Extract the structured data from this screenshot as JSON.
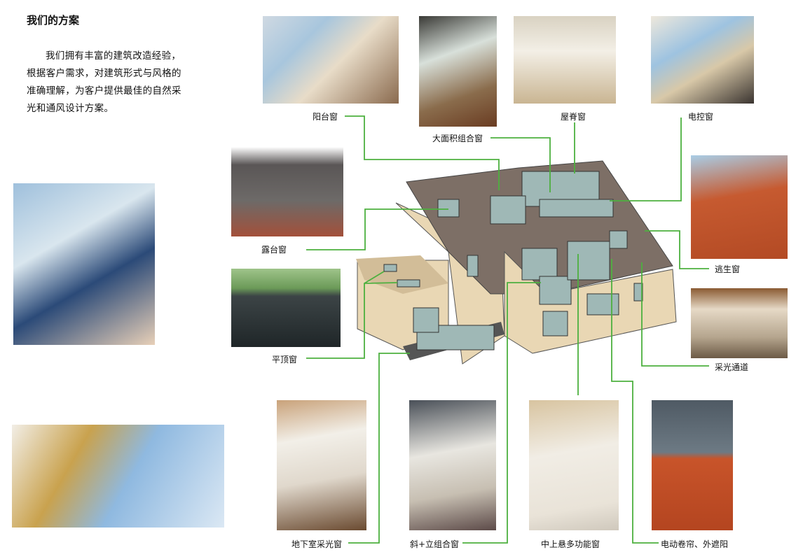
{
  "heading": "我们的方案",
  "intro": "我们拥有丰富的建筑改造经验，根据客户需求，对建筑形式与风格的准确理解，为客户提供最佳的自然采光和通风设计方案。",
  "labels": {
    "balcony": "阳台窗",
    "large_combo": "大面积组合窗",
    "ridge": "屋脊窗",
    "electric": "电控窗",
    "terrace": "露台窗",
    "escape": "逃生窗",
    "flat_roof": "平顶窗",
    "sun_tunnel": "采光通道",
    "basement": "地下室采光窗",
    "slope_vertical": "斜+立组合窗",
    "center_top_hung": "中上悬多功能窗",
    "blinds_awning": "电动卷帘、外遮阳"
  },
  "colors": {
    "line": "#4db03f",
    "roof": "#7d6f66",
    "wall": "#e9d7b4",
    "glass": "#9fb8b6"
  }
}
